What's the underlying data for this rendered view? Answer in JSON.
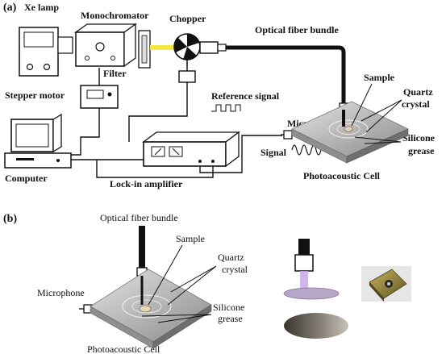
{
  "colors": {
    "ink": "#111111",
    "beam": "#f2e640",
    "cell_plate": "#b8b8b8",
    "sample": "#e9d6b0",
    "violet_beam": "#c9a7e8",
    "gold": "#9b8a3a"
  },
  "panel_a": {
    "tag": "(a)",
    "xe_lamp": "Xe lamp",
    "monochromator": "Monochromator",
    "chopper": "Chopper",
    "optical_fiber_bundle": "Optical fiber bundle",
    "filter": "Filter",
    "stepper_motor": "Stepper motor",
    "reference_signal": "Reference signal",
    "sample": "Sample",
    "quartz": "Quartz",
    "crystal": "crystal",
    "silicone": "Silicone",
    "grease": "grease",
    "microphone": "Microphone",
    "signal": "Signal",
    "computer": "Computer",
    "lockin": "Lock-in amplifier",
    "pa_cell": "Photoacoustic Cell"
  },
  "panel_b": {
    "tag": "(b)",
    "optical_fiber_bundle": "Optical fiber bundle",
    "sample": "Sample",
    "quartz": "Quartz",
    "crystal": "crystal",
    "silicone": "Silicone",
    "grease": "grease",
    "microphone": "Microphone",
    "pa_cell": "Photoacoustic Cell"
  }
}
